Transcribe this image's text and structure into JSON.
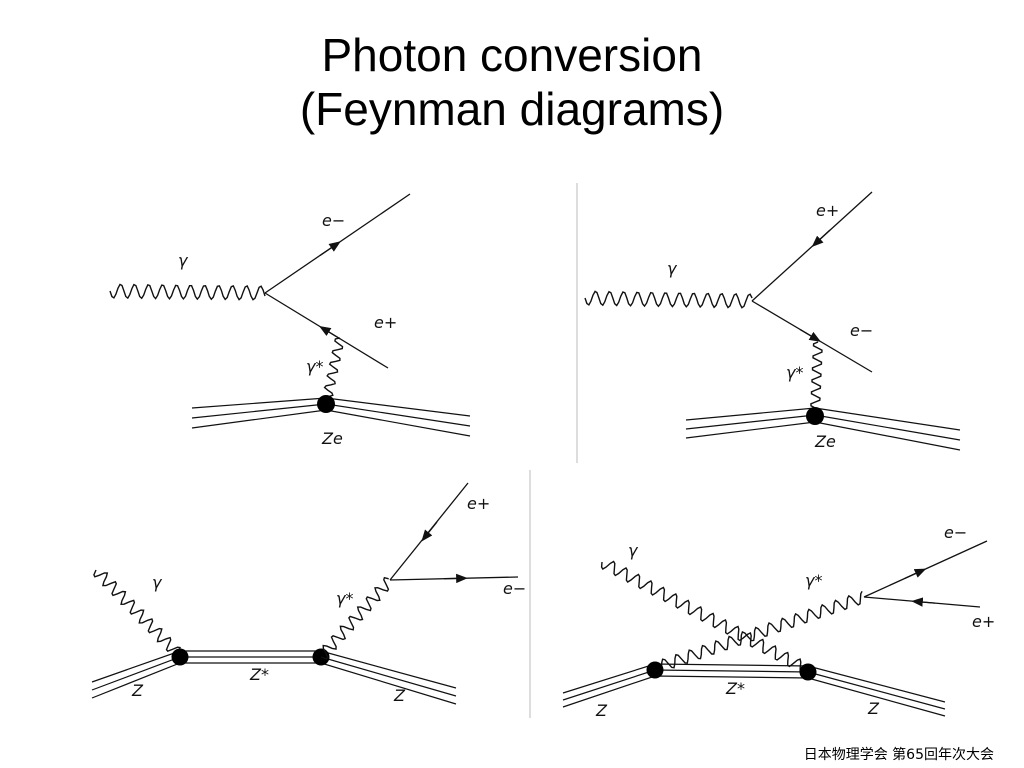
{
  "slide": {
    "title_line1": "Photon conversion",
    "title_line2": "(Feynman diagrams)",
    "footer": "日本物理学会 第65回年次大会"
  },
  "diagrams": [
    {
      "id": "top-left",
      "labels": {
        "photon": "γ",
        "electron": "e−",
        "positron": "e+",
        "virtual_photon": "γ*",
        "nucleus": "Ze"
      }
    },
    {
      "id": "top-right",
      "labels": {
        "photon": "γ",
        "electron": "e−",
        "positron": "e+",
        "virtual_photon": "γ*",
        "nucleus": "Ze"
      }
    },
    {
      "id": "bottom-left",
      "labels": {
        "photon": "γ",
        "electron": "e−",
        "positron": "e+",
        "virtual_photon": "γ*",
        "nucleus_in": "Z",
        "nucleus_mid": "Z*",
        "nucleus_out": "Z"
      }
    },
    {
      "id": "bottom-right",
      "labels": {
        "photon": "γ",
        "electron": "e−",
        "positron": "e+",
        "virtual_photon": "γ*",
        "nucleus_in": "Z",
        "nucleus_mid": "Z*",
        "nucleus_out": "Z"
      }
    }
  ]
}
